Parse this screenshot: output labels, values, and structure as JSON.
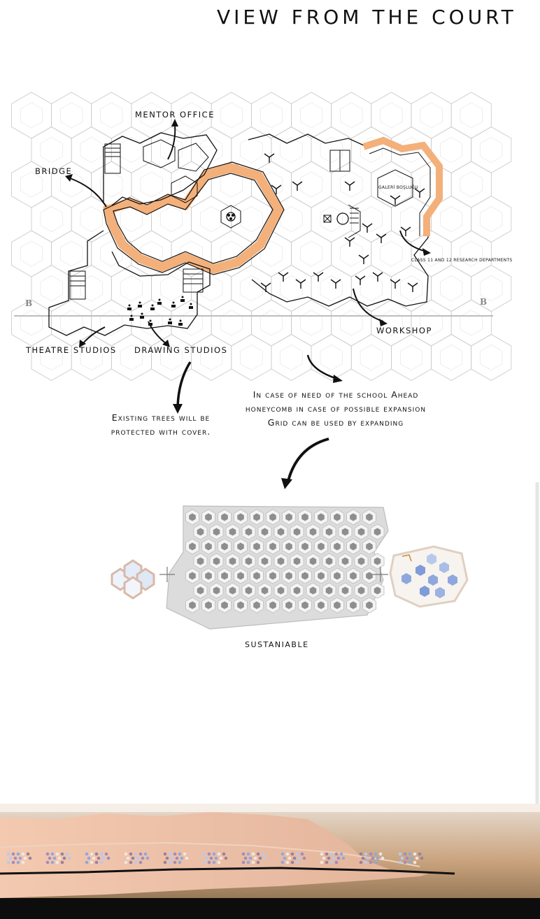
{
  "title": "VIEW FROM THE COURT",
  "plan": {
    "labels": {
      "mentor_office": "MENTOR OFFICE",
      "bridge": "BRIDGE",
      "theatre_studios": "THEATRE STUDIOS",
      "drawing_studios": "DRAWING STUDIOS",
      "workshop": "WORKSHOP",
      "research": "CLASS 11 AND 12 RESEARCH DEPARTMENTS",
      "gallery": "GALERİ BOŞLUĞU",
      "section_left": "B",
      "section_right": "B"
    }
  },
  "notes": {
    "trees_line1": "Existing trees will be",
    "trees_line2": "protected with cover.",
    "expansion_line1": "In case of need of the school Ahead",
    "expansion_line2": "honeycomb in case of possible expansion",
    "expansion_line3": "Grid can be used by expanding"
  },
  "sustainable": {
    "label": "SUSTANIABLE",
    "plus_left": "+",
    "plus_right": "+"
  },
  "colors": {
    "accent_orange": "#f3b07a",
    "grid_line": "#c8c8c8",
    "plan_line": "#111111",
    "bottom_band": "#c9a37d",
    "bottom_dark": "#0d0d0d"
  }
}
